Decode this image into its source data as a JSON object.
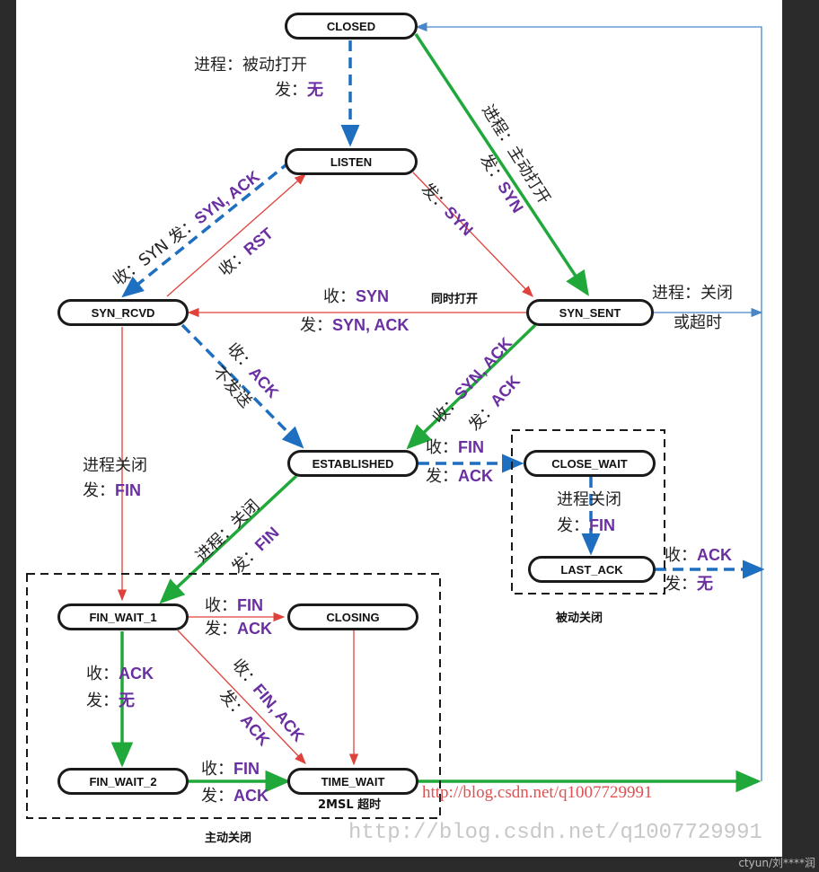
{
  "states": {
    "closed": "CLOSED",
    "listen": "LISTEN",
    "syn_rcvd": "SYN_RCVD",
    "syn_sent": "SYN_SENT",
    "established": "ESTABLISHED",
    "close_wait": "CLOSE_WAIT",
    "last_ack": "LAST_ACK",
    "fin_wait_1": "FIN_WAIT_1",
    "closing": "CLOSING",
    "fin_wait_2": "FIN_WAIT_2",
    "time_wait": "TIME_WAIT"
  },
  "labels": {
    "passive_open_1": "进程：被动打开",
    "passive_open_send": "发：",
    "passive_open_none": "无",
    "active_open_proc": "进程：主动打开",
    "active_open_send": "发：",
    "active_open_syn": "SYN",
    "listen_rcv_send": "收：SYN 发：",
    "listen_rcv_send_k": "SYN, ACK",
    "listen_rst_pre": "收：",
    "listen_rst": "RST",
    "listen_send_pre": "发：",
    "listen_send_syn": "SYN",
    "simul_rcv_pre": "收：",
    "simul_rcv": "SYN",
    "simul_open": "同时打开",
    "simul_send_pre": "发：",
    "simul_send": "SYN, ACK",
    "sent_close_1": "进程：关闭",
    "sent_close_2": "或超时",
    "rcvd_ack_pre": "收：",
    "rcvd_ack": "ACK",
    "rcvd_nosend": "不发送",
    "sent_rcv_pre": "收：",
    "sent_rcv": "SYN, ACK",
    "sent_send_pre": "发：",
    "sent_send": "ACK",
    "rcvd_close_1": "进程关闭",
    "rcvd_close_send": "发：",
    "rcvd_close_fin": "FIN",
    "est_rcv_pre": "收：",
    "est_rcv": "FIN",
    "est_send_pre": "发：",
    "est_send": "ACK",
    "cw_proc": "进程关闭",
    "cw_send_pre": "发：",
    "cw_send": "FIN",
    "la_rcv_pre": "收：",
    "la_rcv": "ACK",
    "la_send_pre": "发：",
    "la_send": "无",
    "est_close_proc": "进程：关闭",
    "est_close_send": "发：",
    "est_close_fin": "FIN",
    "fw1_rcv_pre": "收：",
    "fw1_rcv": "FIN",
    "fw1_send_pre": "发：",
    "fw1_send": "ACK",
    "fw1_ack_pre": "收：",
    "fw1_ack": "ACK",
    "fw1_none_pre": "发：",
    "fw1_none": "无",
    "fw1_finack_rcv_pre": "收：",
    "fw1_finack_rcv": "FIN, ACK",
    "fw1_finack_send_pre": "发：",
    "fw1_finack_send": "ACK",
    "fw2_rcv_pre": "收：",
    "fw2_rcv": "FIN",
    "fw2_send_pre": "发：",
    "fw2_send": "ACK",
    "msl": "2MSL 超时",
    "passive_close": "被动关闭",
    "active_close": "主动关闭"
  },
  "url_text": "http://blog.csdn.net/q1007729991",
  "watermark_text": "http://blog.csdn.net/q1007729991",
  "footer": "ctyun/刘****润",
  "colors": {
    "red": "#e0413a",
    "green": "#21a83a",
    "blue": "#1e6fbf",
    "light_blue": "#4a86c8",
    "purple": "#6a2fa0"
  }
}
